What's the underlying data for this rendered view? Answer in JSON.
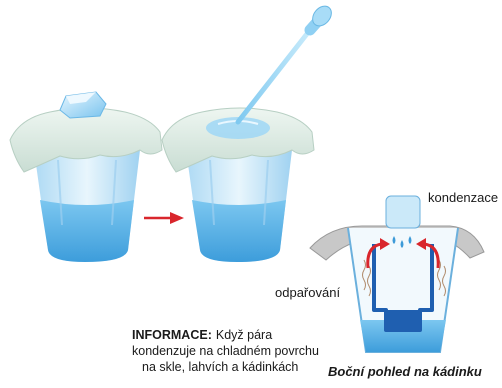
{
  "labels": {
    "condensation": "kondenzace",
    "evaporation": "odpařování",
    "caption": "Boční pohled na kádinku"
  },
  "info": {
    "heading": "INFORMACE:",
    "line1": "Když pára",
    "line2": "kondenzuje na chladném povrchu",
    "line3": "na skle, lahvích a kádinkách"
  },
  "colors": {
    "water": "#5fb6e8",
    "glass": "#bfe3f7",
    "plastic_wrap": "#d9ece4",
    "arrow": "#d9262c"
  }
}
